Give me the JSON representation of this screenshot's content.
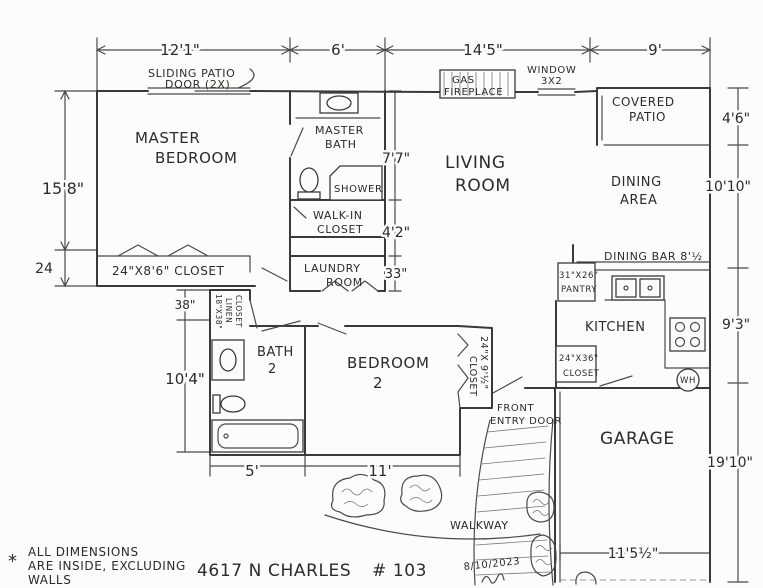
{
  "dimensions": {
    "top": [
      "12'1\"",
      "6'",
      "14'5\"",
      "9'"
    ],
    "left": [
      "15'8\"",
      "24",
      "38\"",
      "10'4\""
    ],
    "right": [
      "4'6\"",
      "10'10\"",
      "9'3\"",
      "19'10\""
    ],
    "middle": [
      "7'7\"",
      "4'2\"",
      "33\""
    ],
    "bottom": [
      "5'",
      "11'",
      "11'5½\""
    ]
  },
  "labels": {
    "sliding_patio_door": [
      "SLIDING PATIO",
      "DOOR (2X)"
    ],
    "gas_fireplace": [
      "GAS",
      "FIREPLACE"
    ],
    "window": [
      "WINDOW",
      "3X2"
    ],
    "covered_patio": [
      "COVERED",
      "PATIO"
    ],
    "master_bedroom": [
      "MASTER",
      "BEDROOM"
    ],
    "master_bath": [
      "MASTER",
      "BATH"
    ],
    "shower": "SHOWER",
    "walk_in_closet": [
      "WALK-IN",
      "CLOSET"
    ],
    "laundry_room": [
      "LAUNDRY",
      "ROOM"
    ],
    "living_room": [
      "LIVING",
      "ROOM"
    ],
    "dining_area": [
      "DINING",
      "AREA"
    ],
    "dining_bar": "DINING BAR 8'½",
    "pantry": [
      "31\"X26\"",
      "PANTRY"
    ],
    "kitchen": "KITCHEN",
    "kitchen_closet": [
      "24\"X36\"",
      "CLOSET"
    ],
    "water_heater": "WH",
    "garage": "GARAGE",
    "bath_2": [
      "BATH",
      "2"
    ],
    "bedroom_2": [
      "BEDROOM",
      "2"
    ],
    "bedroom_2_closet": [
      "24\"X 9'½\"",
      "CLOSET"
    ],
    "linen_closet": [
      "18\"X38\"",
      "LINEN",
      "CLOSET"
    ],
    "master_closet": "24\"X8'6\" CLOSET",
    "front_entry_door": [
      "FRONT",
      "ENTRY DOOR"
    ],
    "walkway": "WALKWAY"
  },
  "footer": {
    "note_mark": "*",
    "note": [
      "ALL DIMENSIONS",
      "ARE INSIDE, EXCLUDING",
      "WALLS"
    ],
    "address": "4617 N CHARLES",
    "unit": "# 103",
    "date": "8/10/2023"
  }
}
